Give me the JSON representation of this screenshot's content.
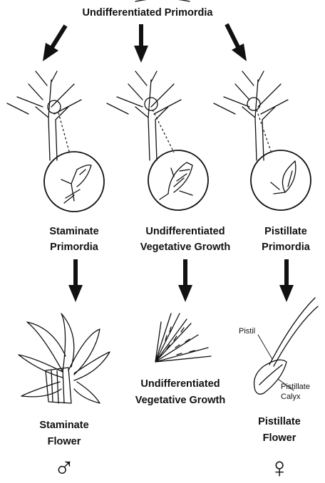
{
  "title": "Undifferentiated Primordia",
  "columns": [
    {
      "primordia_label": [
        "Staminate",
        "Primordia"
      ],
      "result_label": [
        "Staminate",
        "Flower"
      ],
      "symbol": "♂"
    },
    {
      "primordia_label": [
        "Undifferentiated",
        "Vegetative Growth"
      ],
      "result_label": [
        "Undifferentiated",
        "Vegetative Growth"
      ],
      "symbol": ""
    },
    {
      "primordia_label": [
        "Pistillate",
        "Primordia"
      ],
      "result_label": [
        "Pistillate",
        "Flower"
      ],
      "symbol": "♀"
    }
  ],
  "annotations": {
    "pistil": "Pistil",
    "calyx": [
      "Pistillate",
      "Calyx"
    ]
  }
}
